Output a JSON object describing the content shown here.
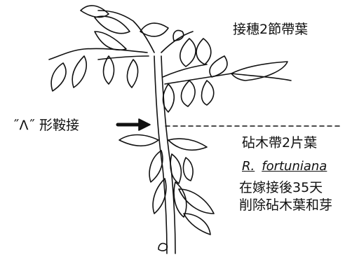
{
  "labels": {
    "scion": "接穗2節帶葉",
    "graft_type": "˝Λ˝ 形鞍接",
    "rootstock_leaves": "砧木帶2片葉",
    "species_genus": "R.",
    "species_epithet": "fortuniana",
    "note_line1": "在嫁接後35天",
    "note_line2": "削除砧木葉和芽"
  },
  "colors": {
    "ink": "#111111",
    "paper": "#ffffff"
  },
  "icons": [
    "arrow-right-icon",
    "dashed-line"
  ]
}
